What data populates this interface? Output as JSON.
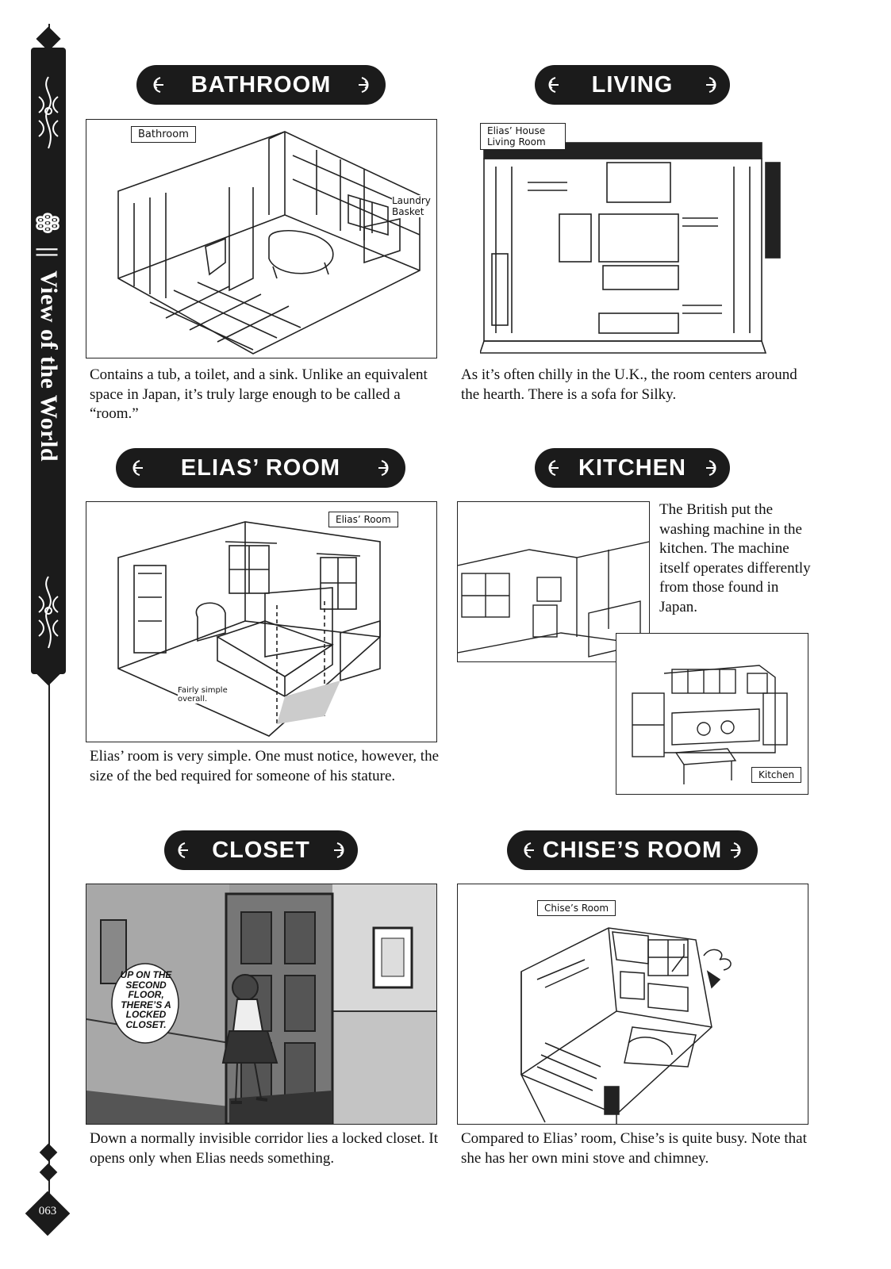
{
  "sidebar": {
    "chapter_symbol": "ꙮ",
    "chapter_title": "View of the World",
    "separator": "||",
    "page_number": "063"
  },
  "sections": {
    "bathroom": {
      "title": "BATHROOM",
      "sketch_label": "Bathroom",
      "note": "Laundry Basket",
      "caption": "Contains a tub, a toilet, and a sink. Unlike an equivalent space in Japan, it’s truly large enough to be called a “room.”"
    },
    "living_room": {
      "title": "LIVING ROOM",
      "sketch_label": "Elias’ House Living Room",
      "caption": "As it’s often chilly in the U.K., the room centers around the hearth. There is a sofa for Silky."
    },
    "elias_room": {
      "title": "ELIAS’ ROOM",
      "sketch_label": "Elias’ Room",
      "note": "Fairly simple overall.",
      "caption": "Elias’ room is very simple. One must notice, however, the size of the bed required for someone of his stature."
    },
    "kitchen": {
      "title": "KITCHEN",
      "sketch_label": "Kitchen",
      "caption": "The British put the washing machine in the kitchen. The machine itself operates differently from those found in Japan."
    },
    "closet": {
      "title": "CLOSET",
      "bubble": "UP ON THE SECOND FLOOR, THERE’S A LOCKED CLOSET.",
      "caption": "Down a normally invisible corridor lies a locked closet. It opens only when Elias needs something."
    },
    "chise_room": {
      "title": "CHISE’S ROOM",
      "sketch_label": "Chise’s Room",
      "caption": "Compared to Elias’ room, Chise’s is quite busy. Note that she has her own mini stove and chimney."
    }
  }
}
